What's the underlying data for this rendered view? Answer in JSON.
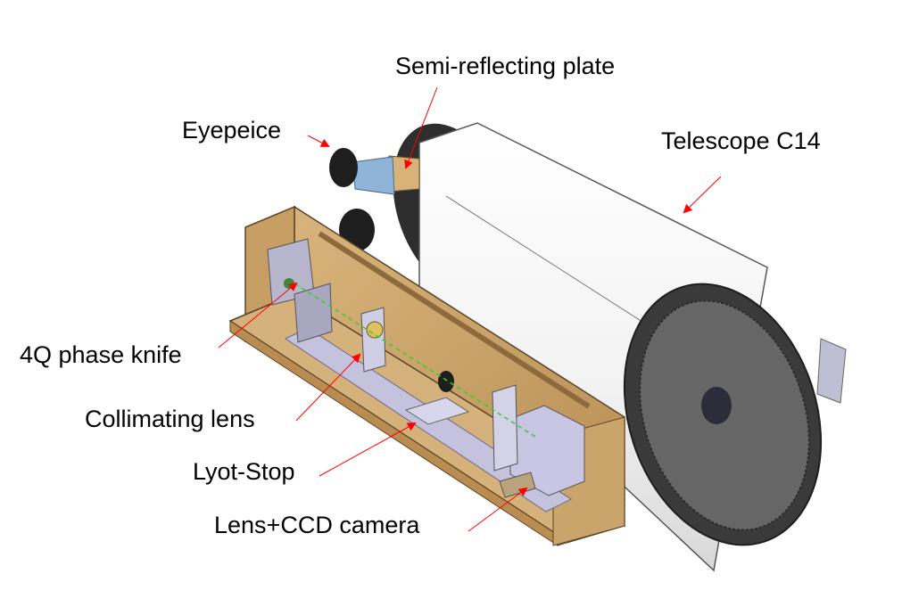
{
  "labels": {
    "semi_reflecting_plate": "Semi-reflecting plate",
    "eyepiece": "Eyepeice",
    "telescope": "Telescope C14",
    "phase_knife": "4Q phase knife",
    "collimating_lens": "Collimating lens",
    "lyot_stop": "Lyot-Stop",
    "lens_ccd": "Lens+CCD camera"
  },
  "colors": {
    "arrow": "#ff0000",
    "tube": "#f4f4f4",
    "tube_end": "#2b2b2b",
    "box_wood": "#c9a46e",
    "rail": "#b9b6d6",
    "beam": "#2fd02f"
  }
}
